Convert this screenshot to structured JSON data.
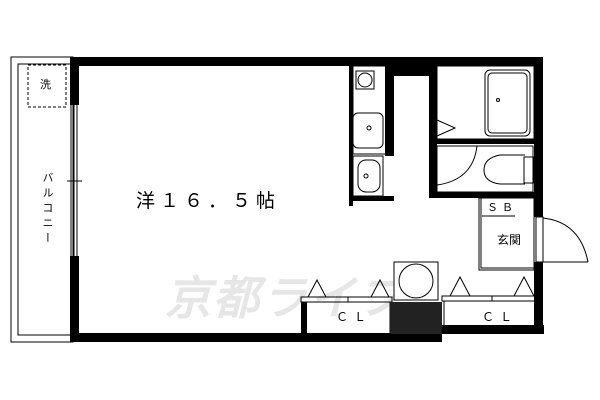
{
  "floor_plan": {
    "main_room": {
      "label": "洋16.5帖",
      "display": "洋１６．５帖",
      "type": "Western-style room",
      "size_jo": 16.5
    },
    "balcony": {
      "label": "バルコニー"
    },
    "washer_space": {
      "label": "洗"
    },
    "shoe_box": {
      "label": "ＳＢ"
    },
    "entrance": {
      "label": "玄関"
    },
    "closets": [
      {
        "label": "ＣＬ"
      },
      {
        "label": "ＣＬ"
      }
    ],
    "watermark": {
      "text": "京都ライフ"
    }
  },
  "colors": {
    "wall": "#000000",
    "background": "#ffffff",
    "watermark": "#e6e6e6"
  }
}
